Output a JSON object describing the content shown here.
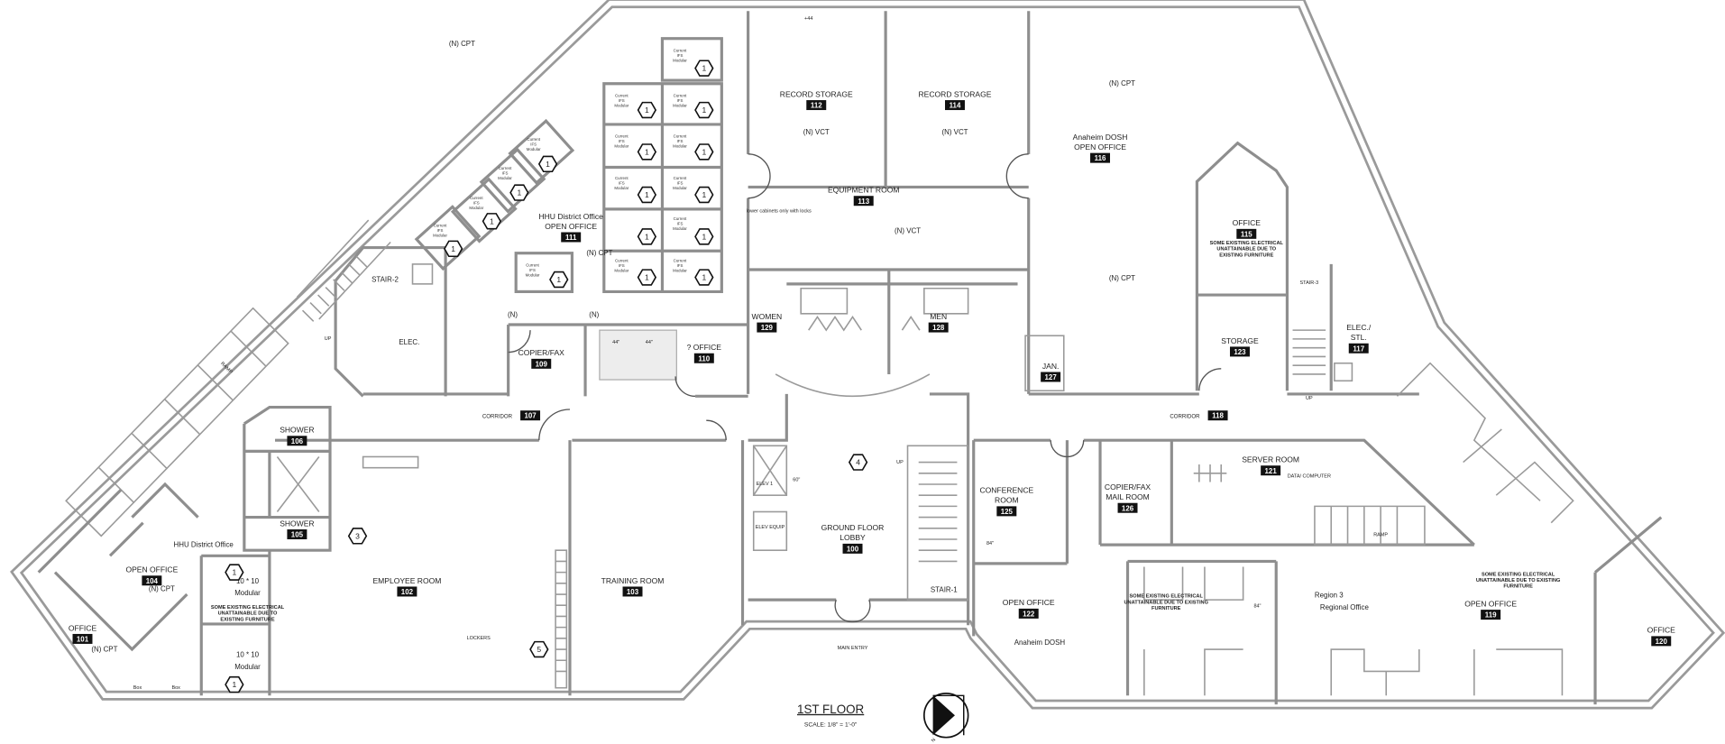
{
  "title": {
    "floor": "1ST FLOOR",
    "scale": "SCALE: 1/8\" = 1'-0\"",
    "north": "N"
  },
  "cubicle_label": [
    "Current",
    "IFS",
    "Modular"
  ],
  "rooms": [
    {
      "name": [
        "RECORD STORAGE"
      ],
      "number": "112"
    },
    {
      "name": [
        "RECORD STORAGE"
      ],
      "number": "114"
    },
    {
      "name": [
        "EQUIPMENT ROOM"
      ],
      "number": "113"
    },
    {
      "name": [
        "Anaheim DOSH",
        "OPEN OFFICE"
      ],
      "number": "116"
    },
    {
      "name": [
        "OFFICE"
      ],
      "number": "115"
    },
    {
      "name": [
        "HHU District Office",
        "OPEN OFFICE"
      ],
      "number": "111"
    },
    {
      "name": [
        "WOMEN"
      ],
      "number": "129"
    },
    {
      "name": [
        "MEN"
      ],
      "number": "128"
    },
    {
      "name": [
        "JAN."
      ],
      "number": "127"
    },
    {
      "name": [
        "ELEC./",
        "STL."
      ],
      "number": "117"
    },
    {
      "name": [
        "STORAGE"
      ],
      "number": "123"
    },
    {
      "name": [
        "COPIER/FAX"
      ],
      "number": "109"
    },
    {
      "name": [
        "? OFFICE"
      ],
      "number": "110"
    },
    {
      "name": [
        "CORRIDOR"
      ],
      "number": "107"
    },
    {
      "name": [
        "CORRIDOR"
      ],
      "number": "118"
    },
    {
      "name": [
        "SHOWER"
      ],
      "number": "106"
    },
    {
      "name": [
        "SHOWER"
      ],
      "number": "105"
    },
    {
      "name": [
        "EMPLOYEE ROOM"
      ],
      "number": "102"
    },
    {
      "name": [
        "TRAINING ROOM"
      ],
      "number": "103"
    },
    {
      "name": [
        "GROUND FLOOR",
        "LOBBY"
      ],
      "number": "100"
    },
    {
      "name": [
        "CONFERENCE",
        "ROOM"
      ],
      "number": "125"
    },
    {
      "name": [
        "COPIER/FAX",
        "MAIL ROOM"
      ],
      "number": "126"
    },
    {
      "name": [
        "SERVER ROOM"
      ],
      "number": "121"
    },
    {
      "name": [
        "OPEN OFFICE"
      ],
      "number": "122"
    },
    {
      "name": [
        "OPEN OFFICE"
      ],
      "number": "119"
    },
    {
      "name": [
        "OFFICE"
      ],
      "number": "120"
    },
    {
      "name": [
        "OPEN OFFICE"
      ],
      "number": "104"
    },
    {
      "name": [
        "OFFICE"
      ],
      "number": "101"
    }
  ],
  "annotations": [
    "(N) CPT",
    "(N) CPT",
    "(N) CPT",
    "(N) CPT",
    "(N) VCT",
    "(N) VCT",
    "(N) VCT",
    "(N) CPT",
    "(N) CPT",
    "HHU District Office",
    "Anaheim DOSH",
    "Region 3",
    "Regional Office",
    "STAIR-2",
    "UP",
    "ELEC.",
    "STAIR-3",
    "UP",
    "UP",
    "STAIR-1",
    "ELEV 1",
    "ELEV EQUIP",
    "MAIN ENTRY",
    "DATA/ COMPUTER",
    "RAMP",
    "RAMP",
    "LOCKERS",
    "10 * 10",
    "Modular",
    "10 * 10",
    "Modular",
    "Box",
    "Box",
    "(N)",
    "(N)",
    "lower cabinets only with locks",
    "+44",
    "44\"",
    "44\"",
    "60\"",
    "84\"",
    "84\""
  ],
  "notes": [
    [
      "SOME EXISTING ELECTRICAL",
      "UNATTAINABLE DUE TO",
      "EXISTING FURNITURE"
    ],
    [
      "SOME EXISTING ELECTRICAL",
      "UNATTAINABLE DUE TO",
      "EXISTING FURNITURE"
    ],
    [
      "SOME EXISTING ELECTRICAL",
      "UNATTAINABLE DUE TO EXISTING",
      "FURNITURE"
    ],
    [
      "SOME EXISTING ELECTRICAL",
      "UNATTAINABLE DUE TO EXISTING",
      "FURNITURE"
    ]
  ],
  "tags": [
    "1",
    "1",
    "1",
    "1",
    "1",
    "1",
    "1",
    "1",
    "1",
    "1",
    "1",
    "1",
    "1",
    "1",
    "1",
    "1",
    "1",
    "1",
    "3",
    "4",
    "5"
  ]
}
